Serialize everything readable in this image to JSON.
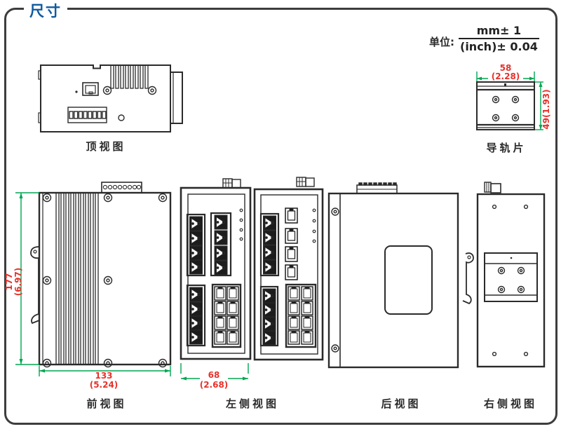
{
  "header": {
    "title": "尺寸"
  },
  "unit": {
    "label": "单位:",
    "numerator": "mm± 1",
    "denominator": "(inch)± 0.04"
  },
  "views": {
    "top": {
      "label": "顶视图"
    },
    "rail": {
      "label": "导轨片",
      "width_mm": "58",
      "width_inch": "(2.28)",
      "height_dim": "49(1.93)"
    },
    "front": {
      "label": "前视图",
      "height_mm": "177",
      "height_inch": "(6.97)",
      "width_mm": "133",
      "width_inch": "(5.24)"
    },
    "left_side": {
      "label": "左侧视图",
      "depth_mm": "68",
      "depth_inch": "(2.68)"
    },
    "rear": {
      "label": "后视图"
    },
    "right_side": {
      "label": "右侧视图"
    }
  },
  "colors": {
    "accent_blue": "#0f5aa0",
    "dimension_red": "#e8312a",
    "dimension_green": "#00a651",
    "line_dark": "#2b2b2b"
  }
}
